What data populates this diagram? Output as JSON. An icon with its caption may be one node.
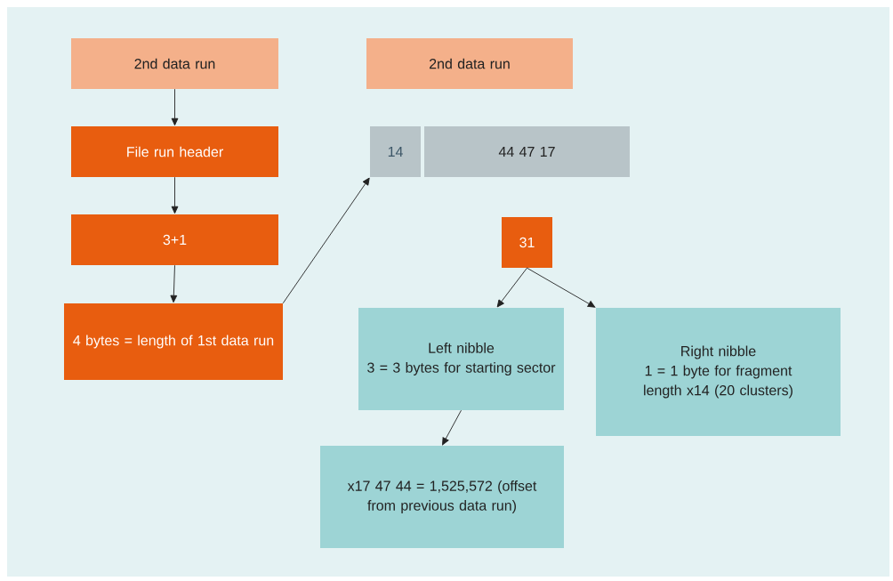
{
  "diagram": {
    "nodes": [
      {
        "text": [
          "2nd data run"
        ]
      },
      {
        "text": [
          "File run header"
        ]
      },
      {
        "text": [
          "3+1"
        ]
      },
      {
        "text": [
          "4 bytes = length of 1st data run"
        ]
      },
      {
        "text": [
          "2nd data run"
        ]
      },
      {
        "text": [
          "14"
        ]
      },
      {
        "text": [
          "44 47 17"
        ]
      },
      {
        "text": [
          "31"
        ]
      },
      {
        "text": [
          "Left nibble",
          "3 = 3 bytes for starting sector"
        ]
      },
      {
        "text": [
          "Right nibble",
          "1 = 1 byte for fragment length x14 (20 clusters)"
        ]
      },
      {
        "text": [
          "x17 47 44 = 1,525,572 (offset from previous data run)"
        ]
      }
    ],
    "edges": [
      {
        "from": 0,
        "to": 1,
        "arrow": "to"
      },
      {
        "from": 1,
        "to": 2,
        "arrow": "to"
      },
      {
        "from": 2,
        "to": 3,
        "arrow": "to"
      },
      {
        "from": 3,
        "to": 5,
        "arrow": "to"
      },
      {
        "from": 7,
        "to": 8,
        "arrow": "to"
      },
      {
        "from": 7,
        "to": 9,
        "arrow": "to"
      },
      {
        "from": 8,
        "to": 10,
        "arrow": "to"
      }
    ]
  }
}
